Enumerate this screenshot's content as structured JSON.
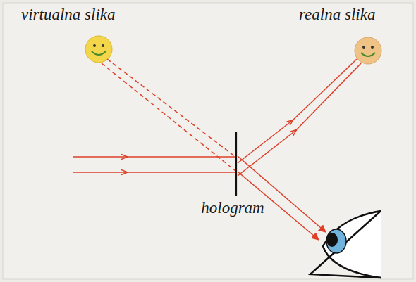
{
  "diagram": {
    "labels": [
      "virtualna slika",
      "realna slika",
      "hologram"
    ]
  }
}
